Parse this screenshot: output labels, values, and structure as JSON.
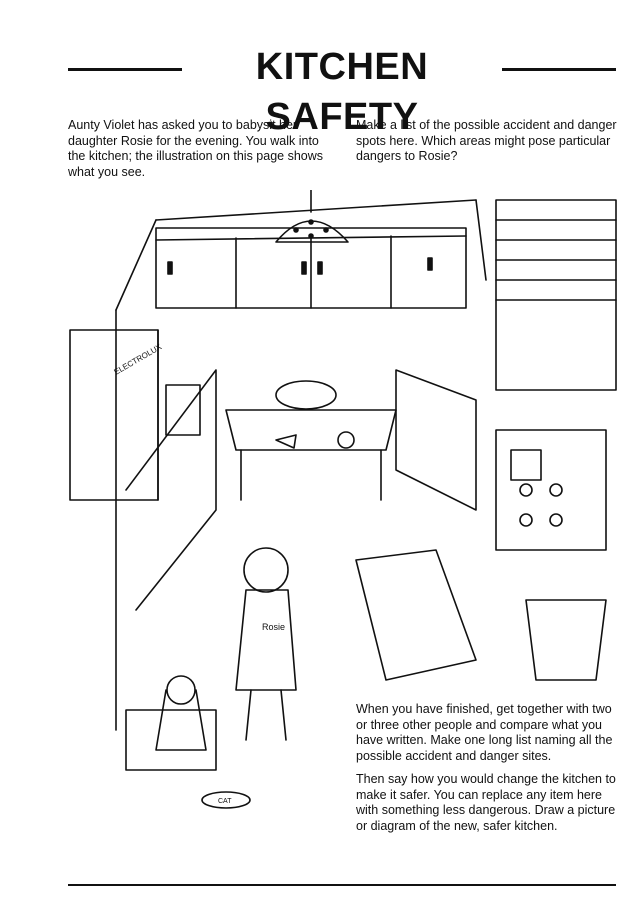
{
  "title": "KITCHEN SAFETY",
  "intro_left": "Aunty Violet has asked you to babysit her daughter Rosie for the evening. You walk into the kitchen; the illustration on this page shows what you see.",
  "intro_right": "Make a list of the possible accident and danger spots here. Which areas might pose particular dangers to Rosie?",
  "para1": "When you have finished, get together with two or three other people and compare what you have written. Make one long list naming all the possible accident and danger sites.",
  "para2": "Then say how you would change the kitchen to make it safer. You can replace any item here with something less dangerous. Draw a picture or diagram of the new, safer kitchen.",
  "labels": {
    "heater_brand": "ELECTROLUX",
    "bib_name": "Rosie",
    "bowl_label": "CAT"
  }
}
